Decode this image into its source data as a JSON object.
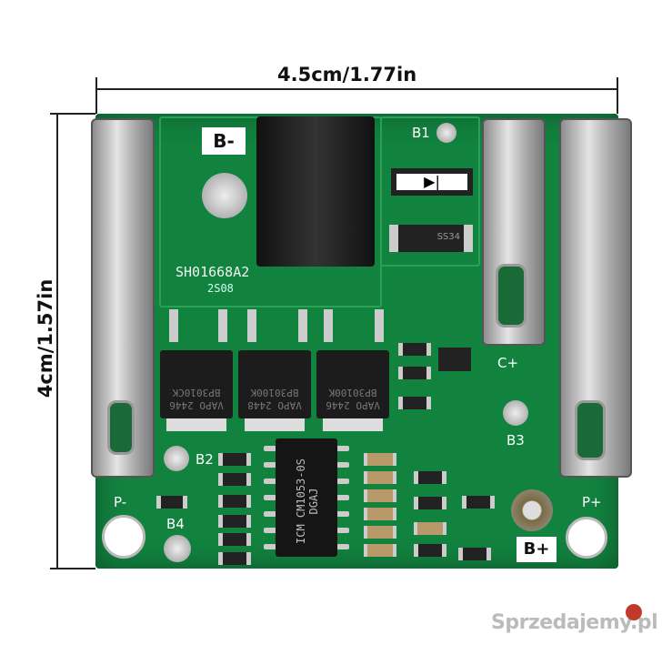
{
  "dimensions": {
    "width_label": "4.5cm/1.77in",
    "height_label": "4cm/1.57in"
  },
  "silkscreen": {
    "b_minus": "B-",
    "b1": "B1",
    "board_id": "SH01668A2",
    "date_code": "2S08",
    "c_plus": "C+",
    "b3": "B3",
    "b2": "B2",
    "p_minus": "P-",
    "b4": "B4",
    "p_plus": "P+",
    "b_plus": "B+"
  },
  "mosfets": [
    {
      "part": "BP3010CK",
      "code": "VAPO 2446"
    },
    {
      "part": "BP30100K",
      "code": "VAPO 2448"
    },
    {
      "part": "BP30100K",
      "code": "VAPO 2446"
    }
  ],
  "ic": {
    "brand": "ICM",
    "part": "CM1053-0S",
    "code": "DGAJ"
  },
  "diode": {
    "marking": "SS34"
  },
  "watermark": "Sprzedajemy.pl",
  "colors": {
    "pcb": "#12823f",
    "watermark": "#c0392b"
  }
}
